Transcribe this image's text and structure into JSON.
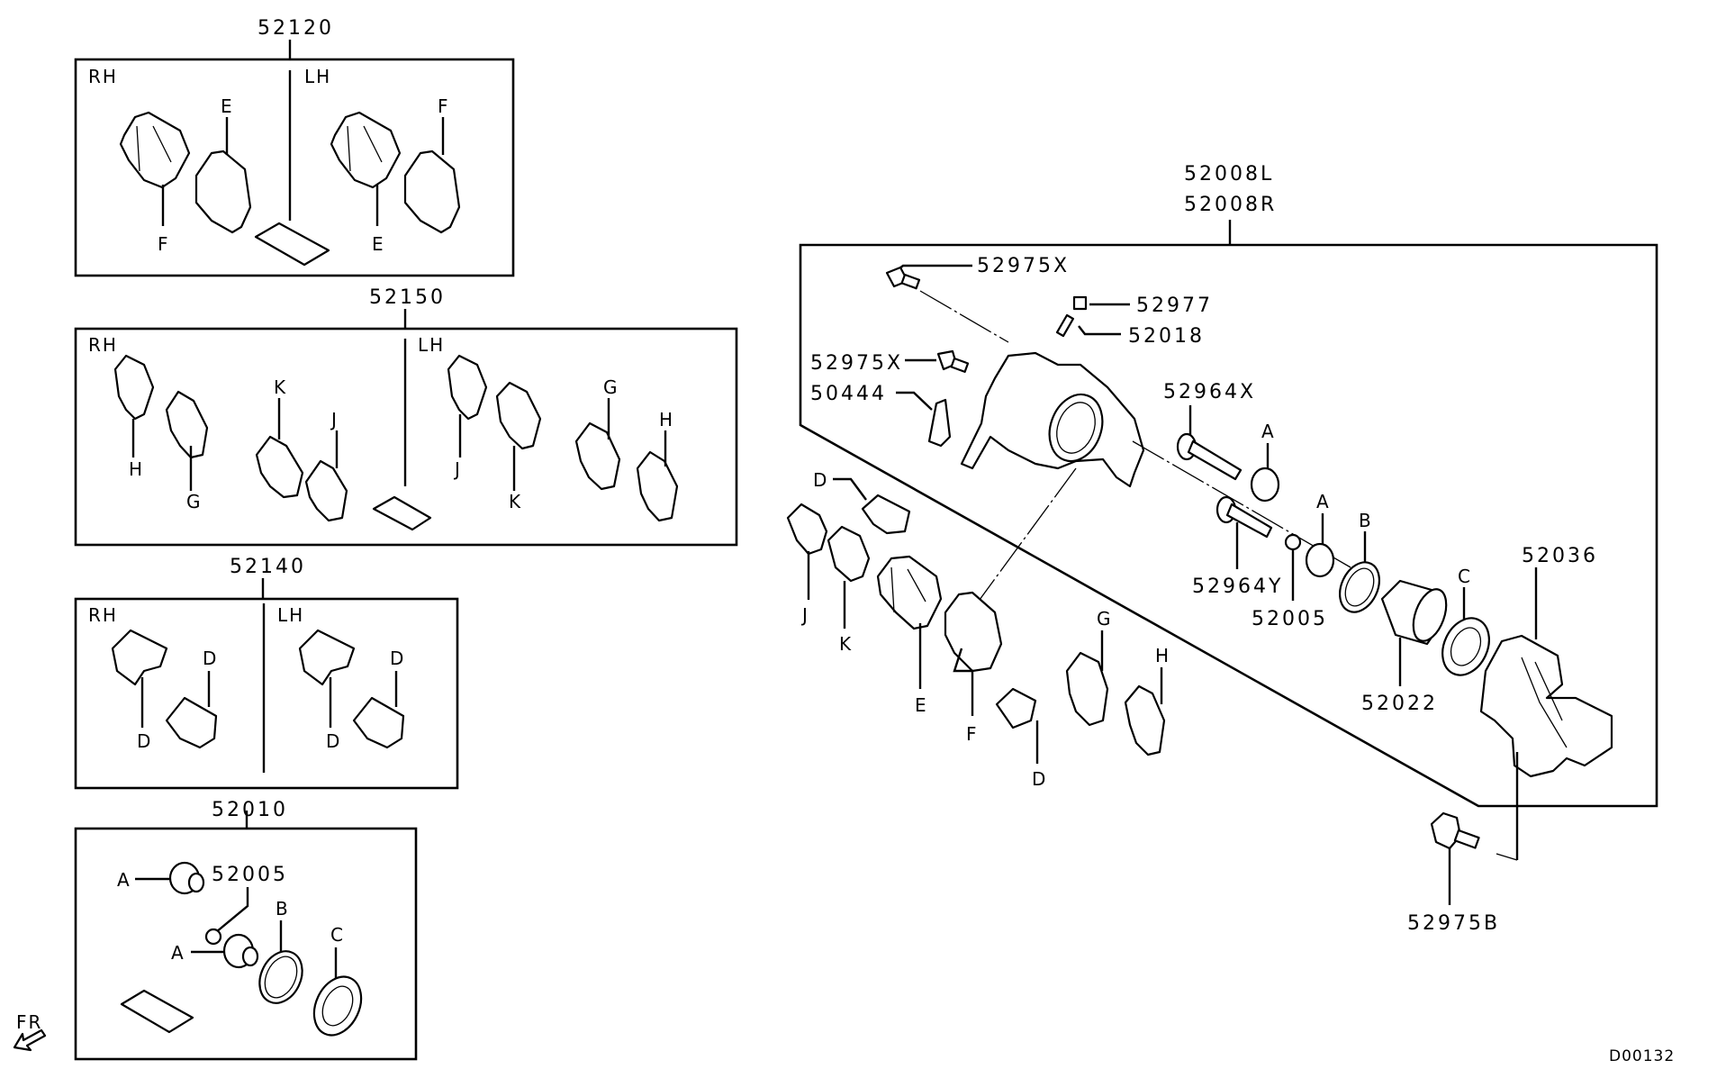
{
  "diagram": {
    "title_code": "D00132",
    "direction_indicator": "FR",
    "kits": [
      {
        "part_no": "52120",
        "sides": [
          "RH",
          "LH"
        ],
        "rh_callouts": [
          "E",
          "F"
        ],
        "lh_callouts": [
          "F",
          "E"
        ]
      },
      {
        "part_no": "52150",
        "sides": [
          "RH",
          "LH"
        ],
        "rh_callouts": [
          "H",
          "G",
          "K",
          "J"
        ],
        "lh_callouts": [
          "J",
          "K",
          "G",
          "H"
        ]
      },
      {
        "part_no": "52140",
        "sides": [
          "RH",
          "LH"
        ],
        "rh_callouts": [
          "D",
          "D"
        ],
        "lh_callouts": [
          "D",
          "D"
        ]
      },
      {
        "part_no": "52010",
        "callouts": [
          "A",
          "52005",
          "A",
          "B",
          "C"
        ]
      }
    ],
    "caliper_assembly": {
      "part_numbers": [
        "52008L",
        "52008R"
      ],
      "callouts": [
        "52975X",
        "52977",
        "52018",
        "52975X",
        "50444",
        "52964X",
        "A",
        "A",
        "B",
        "52964Y",
        "52005",
        "52036",
        "C",
        "52022",
        "D",
        "J",
        "K",
        "E",
        "F",
        "G",
        "H",
        "D"
      ],
      "external": [
        "52975B"
      ]
    }
  }
}
